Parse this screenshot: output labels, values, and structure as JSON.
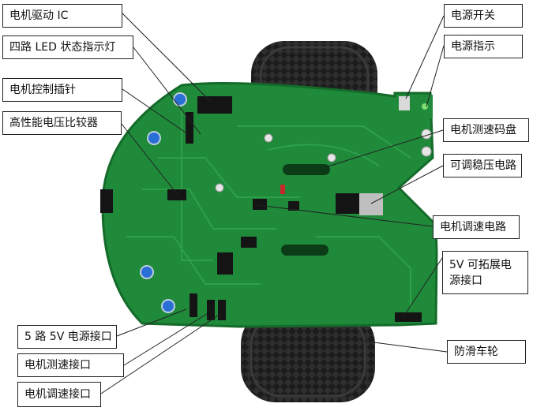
{
  "labels": {
    "motor_driver_ic": "电机驱动 IC",
    "led_indicators": "四路 LED 状态指示灯",
    "motor_control_pins": "电机控制插针",
    "voltage_comparator": "高性能电压比较器",
    "power_switch": "电源开关",
    "power_indicator": "电源指示",
    "speed_encoder_disk": "电机测速码盘",
    "adjustable_regulator": "可调稳压电路",
    "speed_control_circuit": "电机调速电路",
    "expandable_5v_power": "5V 可拓展电源接口",
    "five_way_5v_power": "5 路 5V 电源接口",
    "speed_measure_port": "电机测速接口",
    "speed_control_port": "电机调速接口",
    "anti_skid_wheel": "防滑车轮"
  },
  "colors": {
    "pcb_green": "#1f8a3a",
    "pcb_dark": "#146b2a",
    "wheel_tire": "#1c1c1c",
    "gearbox_yellow": "#f2c200",
    "ic_black": "#141414",
    "leader_line": "#222222"
  }
}
